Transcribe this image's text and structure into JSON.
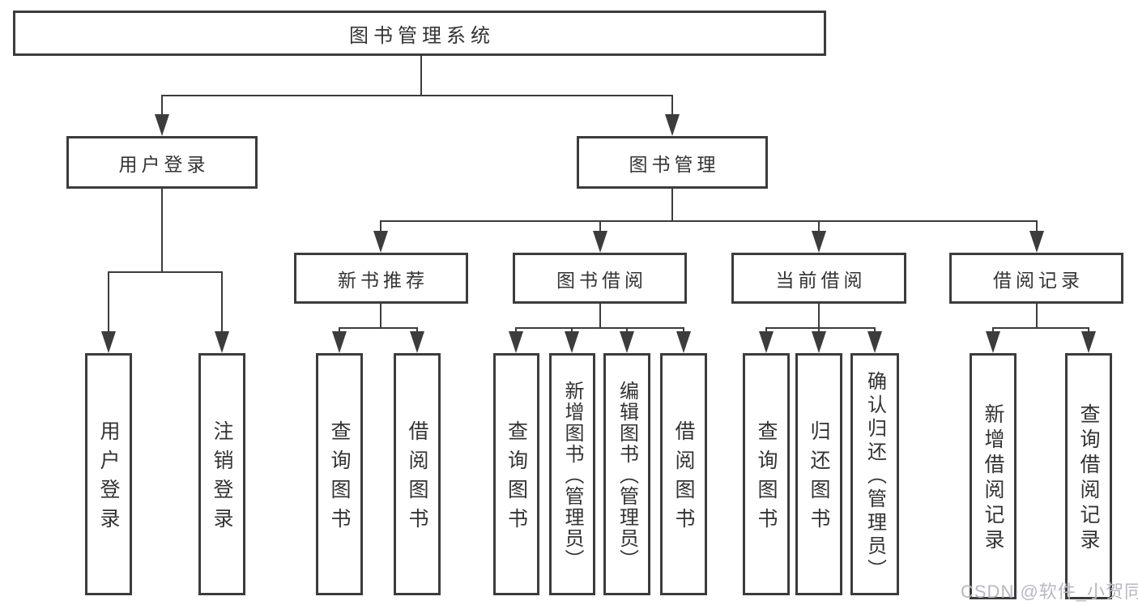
{
  "diagram": {
    "title": "图书管理系统",
    "type": "functional-structure-tree"
  },
  "colors": {
    "line": "#3c3c3c",
    "box_border": "#3c3c3c",
    "box_fill": "#ffffff",
    "text": "#333333",
    "watermark_text": "#b5b9c1"
  },
  "nodes": {
    "root": {
      "label": "图书管理系统"
    },
    "user_login": {
      "label": "用户登录"
    },
    "book_management": {
      "label": "图书管理"
    },
    "new_book_recommend": {
      "label": "新书推荐"
    },
    "book_borrowing": {
      "label": "图书借阅"
    },
    "current_borrowing": {
      "label": "当前借阅"
    },
    "borrowing_records": {
      "label": "借阅记录"
    },
    "leaf_user_login": {
      "label": "用户登录"
    },
    "leaf_logout": {
      "label": "注销登录"
    },
    "leaf_query_books_a": {
      "label": "查询图书"
    },
    "leaf_borrow_books_a": {
      "label": "借阅图书"
    },
    "leaf_query_books_b": {
      "label": "查询图书"
    },
    "leaf_add_books_admin": {
      "label": "新增图书（管理员）"
    },
    "leaf_edit_books_admin": {
      "label": "编辑图书（管理员）"
    },
    "leaf_borrow_books_b": {
      "label": "借阅图书"
    },
    "leaf_query_books_c": {
      "label": "查询图书"
    },
    "leaf_return_books": {
      "label": "归还图书"
    },
    "leaf_confirm_return_admin": {
      "label": "确认归还（管理员）"
    },
    "leaf_add_borrow_record": {
      "label": "新增借阅记录"
    },
    "leaf_query_borrow_record": {
      "label": "查询借阅记录"
    }
  },
  "hierarchy": {
    "图书管理系统": {
      "用户登录": [
        "用户登录",
        "注销登录"
      ],
      "图书管理": {
        "新书推荐": [
          "查询图书",
          "借阅图书"
        ],
        "图书借阅": [
          "查询图书",
          "新增图书（管理员）",
          "编辑图书（管理员）",
          "借阅图书"
        ],
        "当前借阅": [
          "查询图书",
          "归还图书",
          "确认归还（管理员）"
        ],
        "借阅记录": [
          "新增借阅记录",
          "查询借阅记录"
        ]
      }
    }
  },
  "watermark": {
    "text": "CSDN @软件_小贺同学"
  }
}
